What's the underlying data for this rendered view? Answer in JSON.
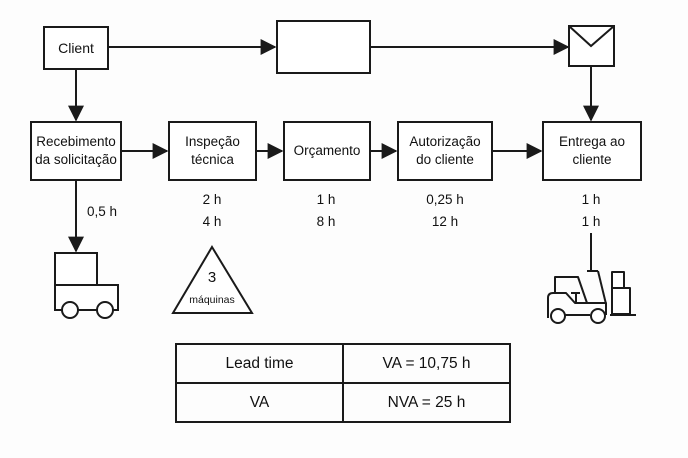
{
  "diagram": {
    "type": "value-stream-map",
    "customer": {
      "label": "Client",
      "icon": "client-box"
    },
    "info_box": {
      "label": ""
    },
    "info_icon": "envelope-icon",
    "process_steps": [
      {
        "label_line1": "Recebimento",
        "label_line2": "da solicitação",
        "transport_time": "0,5 h"
      },
      {
        "label_line1": "Inspeção",
        "label_line2": "técnica",
        "time_va": "2 h",
        "time_nva": "4 h"
      },
      {
        "label_line1": "Orçamento",
        "label_line2": "",
        "time_va": "1 h",
        "time_nva": "8 h"
      },
      {
        "label_line1": "Autorização",
        "label_line2": "do cliente",
        "time_va": "0,25 h",
        "time_nva": "12 h"
      },
      {
        "label_line1": "Entrega ao",
        "label_line2": "cliente",
        "time_va": "1 h",
        "time_nva": "1 h"
      }
    ],
    "inventory": {
      "count": "3",
      "unit": "máquinas"
    },
    "truck_icon": "truck-icon",
    "forklift_icon": "forklift-icon",
    "summary_table": {
      "rows": [
        [
          "Lead time",
          "VA = 10,75 h"
        ],
        [
          "VA",
          "NVA = 25 h"
        ]
      ]
    }
  }
}
